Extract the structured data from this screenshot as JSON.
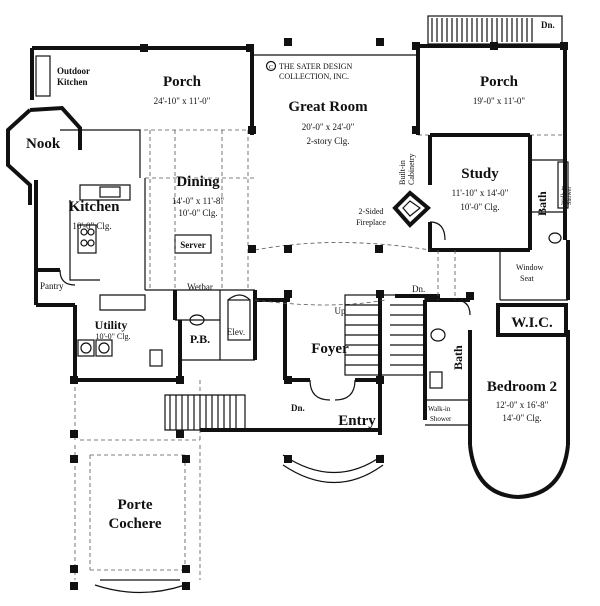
{
  "credit": {
    "line1": "THE SATER DESIGN",
    "line2": "COLLECTION, INC."
  },
  "labels": {
    "outdoor_kitchen_1": "Outdoor",
    "outdoor_kitchen_2": "Kitchen",
    "porch_left": "Porch",
    "porch_left_dim": "24'-10\" x 11'-0\"",
    "great_room": "Great Room",
    "great_room_dim": "20'-0\" x 24'-0\"",
    "great_room_clg": "2-story Clg.",
    "porch_right": "Porch",
    "porch_right_dim": "19'-0\" x 11'-0\"",
    "nook": "Nook",
    "kitchen": "Kitchen",
    "kitchen_clg": "10'-0\" Clg.",
    "dining": "Dining",
    "dining_dim": "14'-0\" x 11'-8\"",
    "dining_clg": "10'-0\" Clg.",
    "server": "Server",
    "builtin_1": "Built-in",
    "builtin_2": "Cabinetry",
    "fireplace_1": "2-Sided",
    "fireplace_2": "Fireplace",
    "study": "Study",
    "study_dim": "11'-10\" x 14'-0\"",
    "study_clg": "10'-0\" Clg.",
    "bath_top": "Bath",
    "walkin_shower_top_1": "Walk-in",
    "walkin_shower_top_2": "Shower",
    "window_seat_1": "Window",
    "window_seat_2": "Seat",
    "pantry": "Pantry",
    "wetbar": "Wetbar",
    "utility": "Utility",
    "utility_clg": "10'-0\" Clg.",
    "pb": "P.B.",
    "elev": "Elev.",
    "up": "Up",
    "dn_stair": "Dn.",
    "dn_top": "Dn.",
    "dn_entry": "Dn.",
    "foyer": "Foyer",
    "entry": "Entry",
    "wic": "W.I.C.",
    "bath_mid": "Bath",
    "walkin_shower_bot_1": "Walk-in",
    "walkin_shower_bot_2": "Shower",
    "bedroom2": "Bedroom 2",
    "bedroom2_dim": "12'-0\" x 16'-8\"",
    "bedroom2_clg": "14'-0\" Clg.",
    "porte_1": "Porte",
    "porte_2": "Cochere"
  }
}
